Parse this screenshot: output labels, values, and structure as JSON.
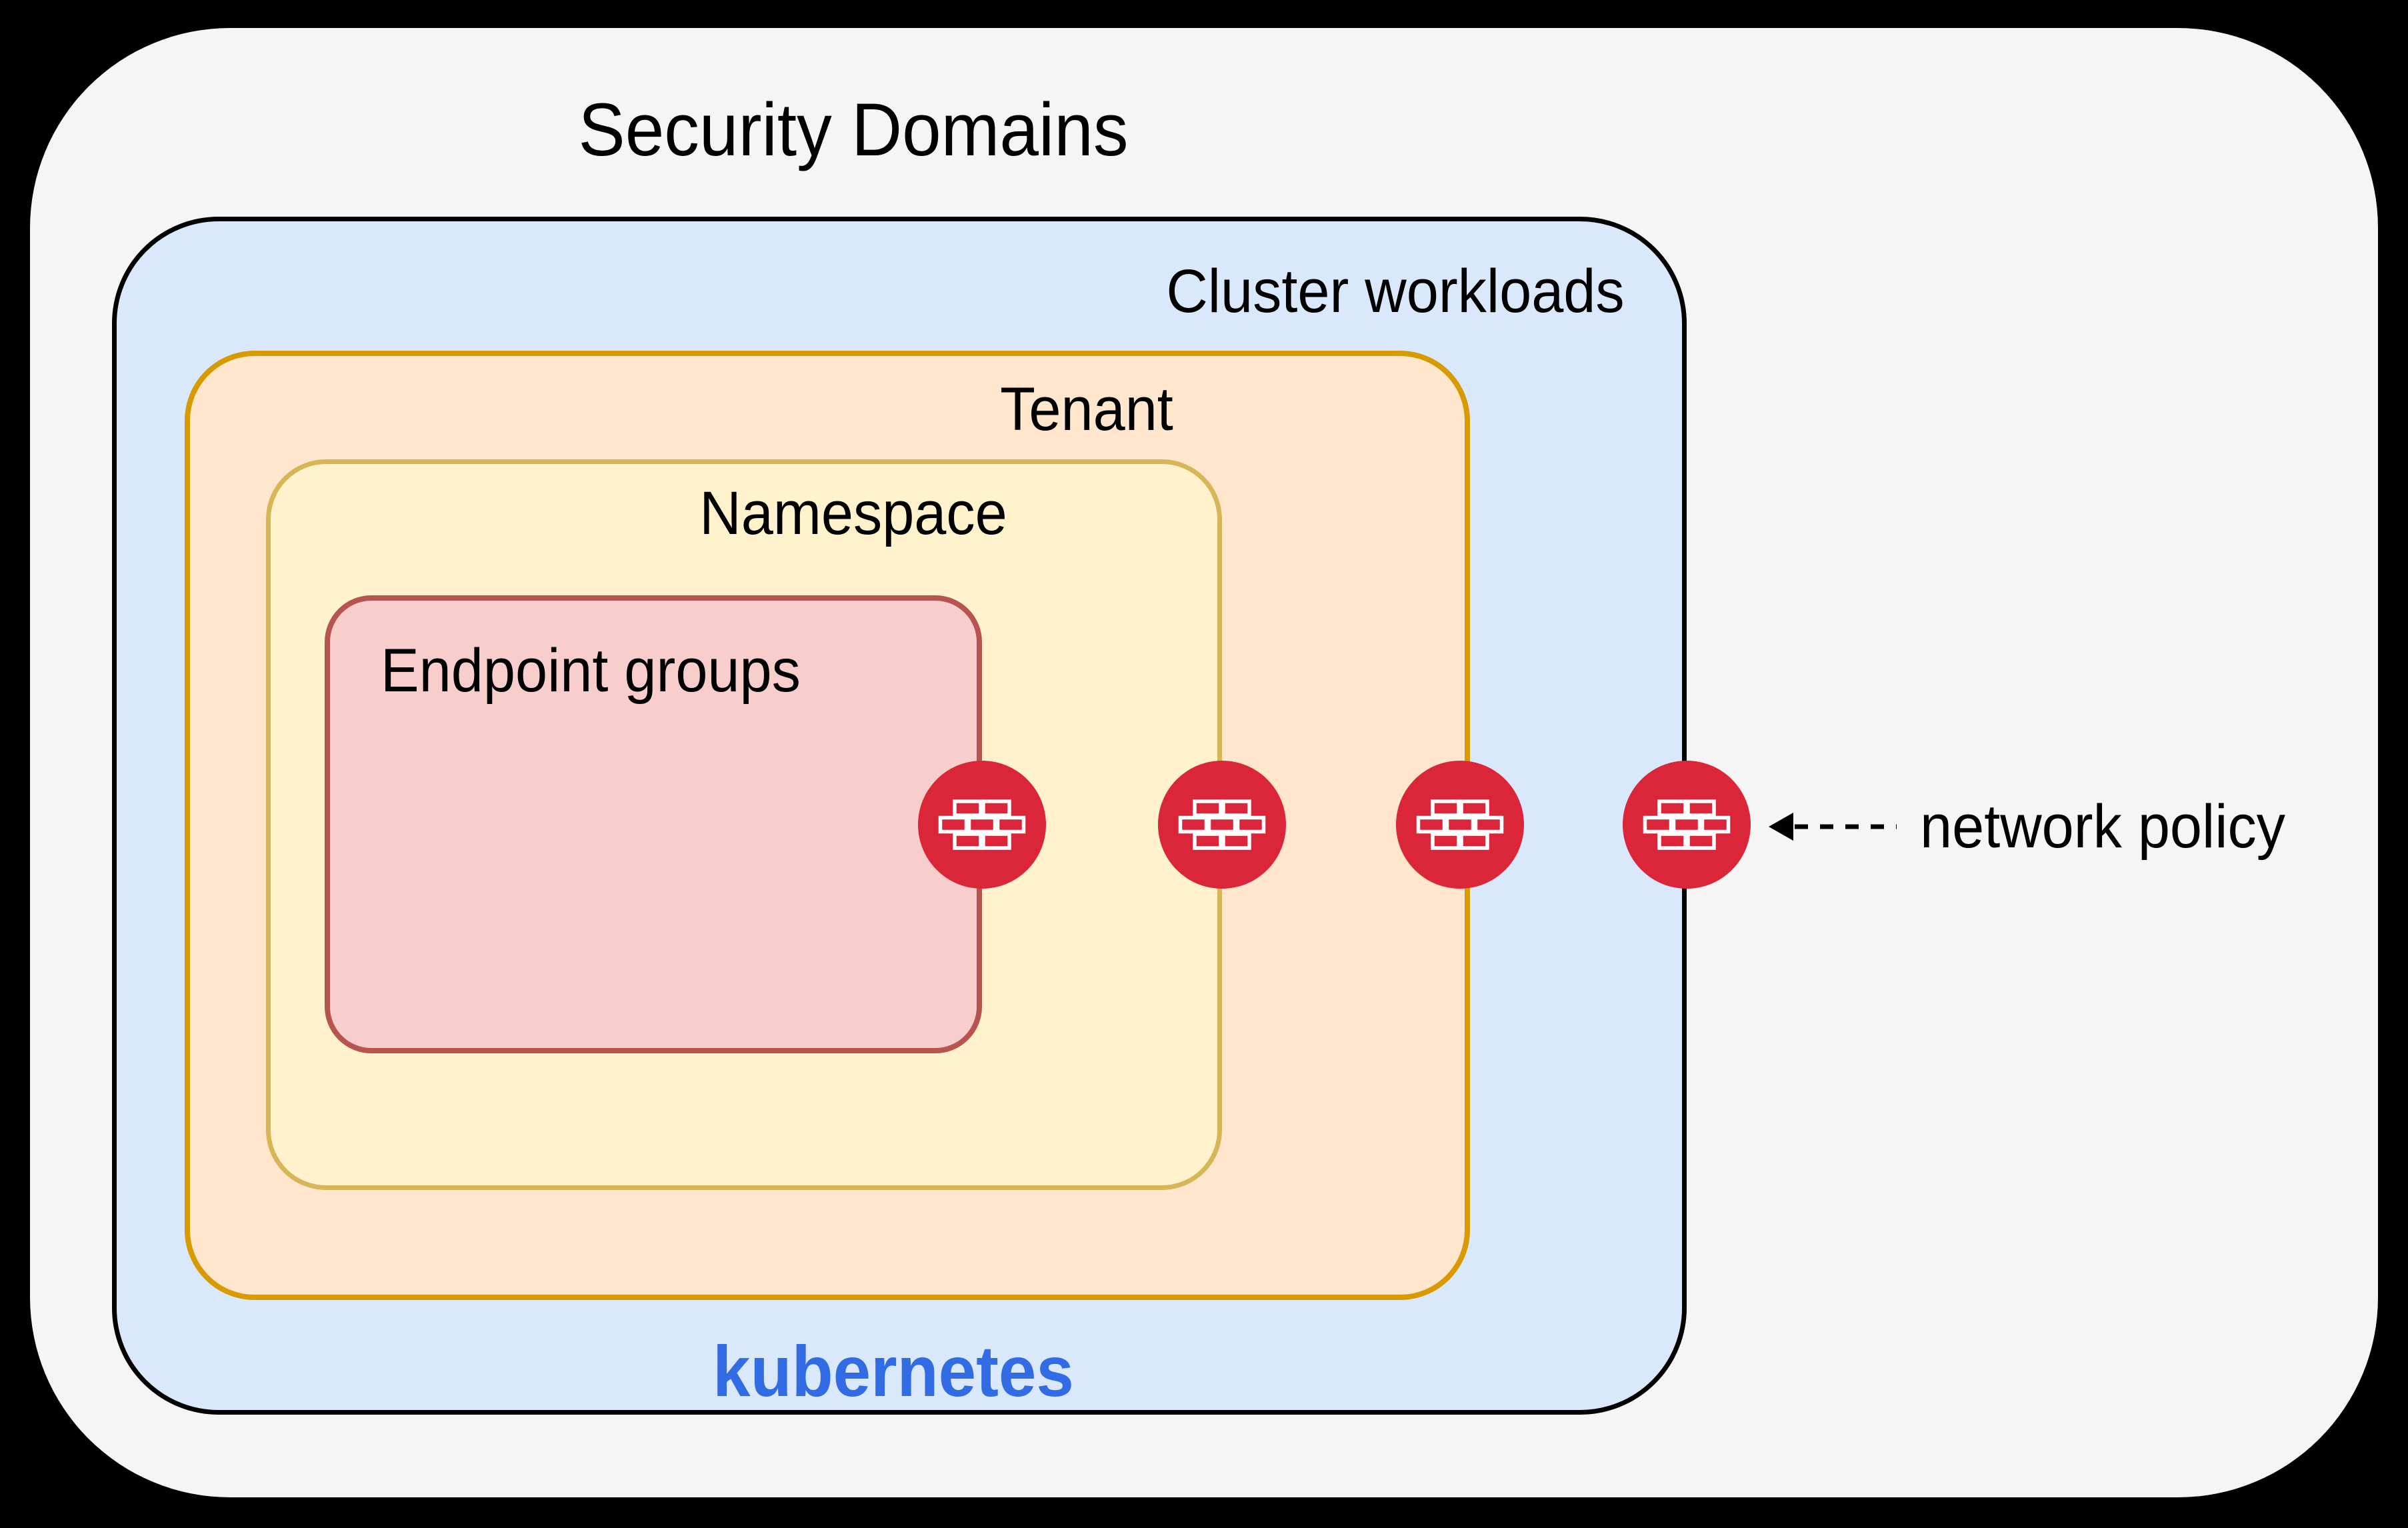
{
  "title": "Security Domains",
  "boxes": {
    "cluster": {
      "label": "Cluster workloads",
      "brand_label": "kubernetes"
    },
    "tenant": {
      "label": "Tenant"
    },
    "namespace": {
      "label": "Namespace"
    },
    "endpoint_groups": {
      "label": "Endpoint groups"
    }
  },
  "annotation": {
    "label": "network policy",
    "arrow_style": "dashed-left-arrow"
  },
  "firewall_icons": {
    "count": 4,
    "glyph": "brick-wall"
  },
  "colors": {
    "canvas_background": "#000000",
    "outer_surface": "#F5F5F5",
    "cluster_fill": "#DAE8FC",
    "cluster_border": "#000000",
    "tenant_fill": "#FFE6CC",
    "tenant_border": "#D79B00",
    "namespace_fill": "#FFF2CC",
    "namespace_border": "#D6B656",
    "endpoint_fill": "#F8CECC",
    "endpoint_border": "#B85450",
    "firewall_red": "#DB2539",
    "kubernetes_blue": "#326CE5",
    "text": "#000000"
  }
}
